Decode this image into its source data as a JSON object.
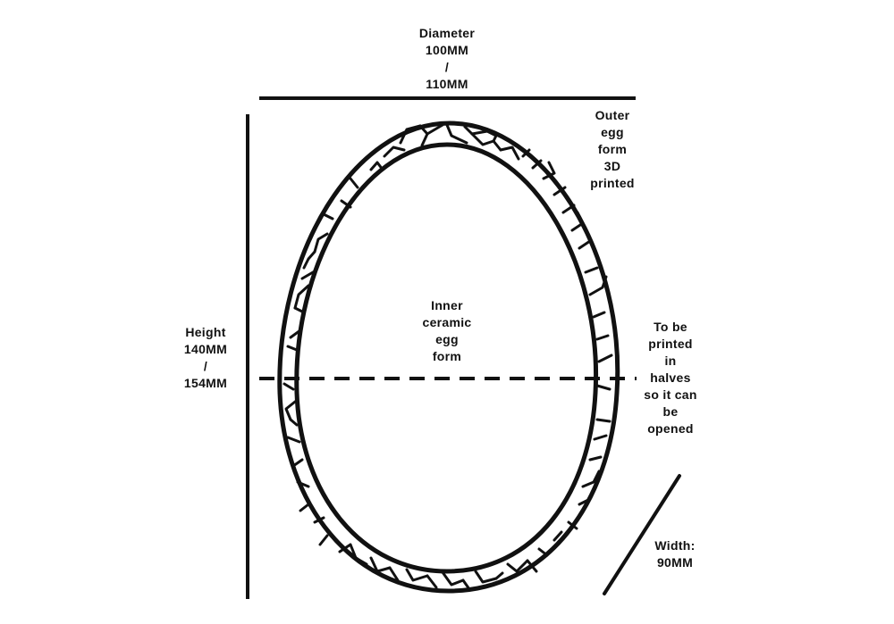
{
  "labels": {
    "diameter": [
      "Diameter",
      "100MM",
      "/",
      "110MM"
    ],
    "outer_form": [
      "Outer",
      "egg",
      "form",
      "3D",
      "printed"
    ],
    "inner_form": [
      "Inner",
      "ceramic",
      "egg",
      "form"
    ],
    "height": [
      "Height",
      "140MM",
      "/",
      "154MM"
    ],
    "halves_note": [
      "To be",
      "printed",
      "in",
      "halves",
      "so it can",
      "be",
      "opened"
    ],
    "width": [
      "Width:",
      "90MM"
    ]
  },
  "colors": {
    "stroke": "#111111",
    "background": "#ffffff"
  }
}
